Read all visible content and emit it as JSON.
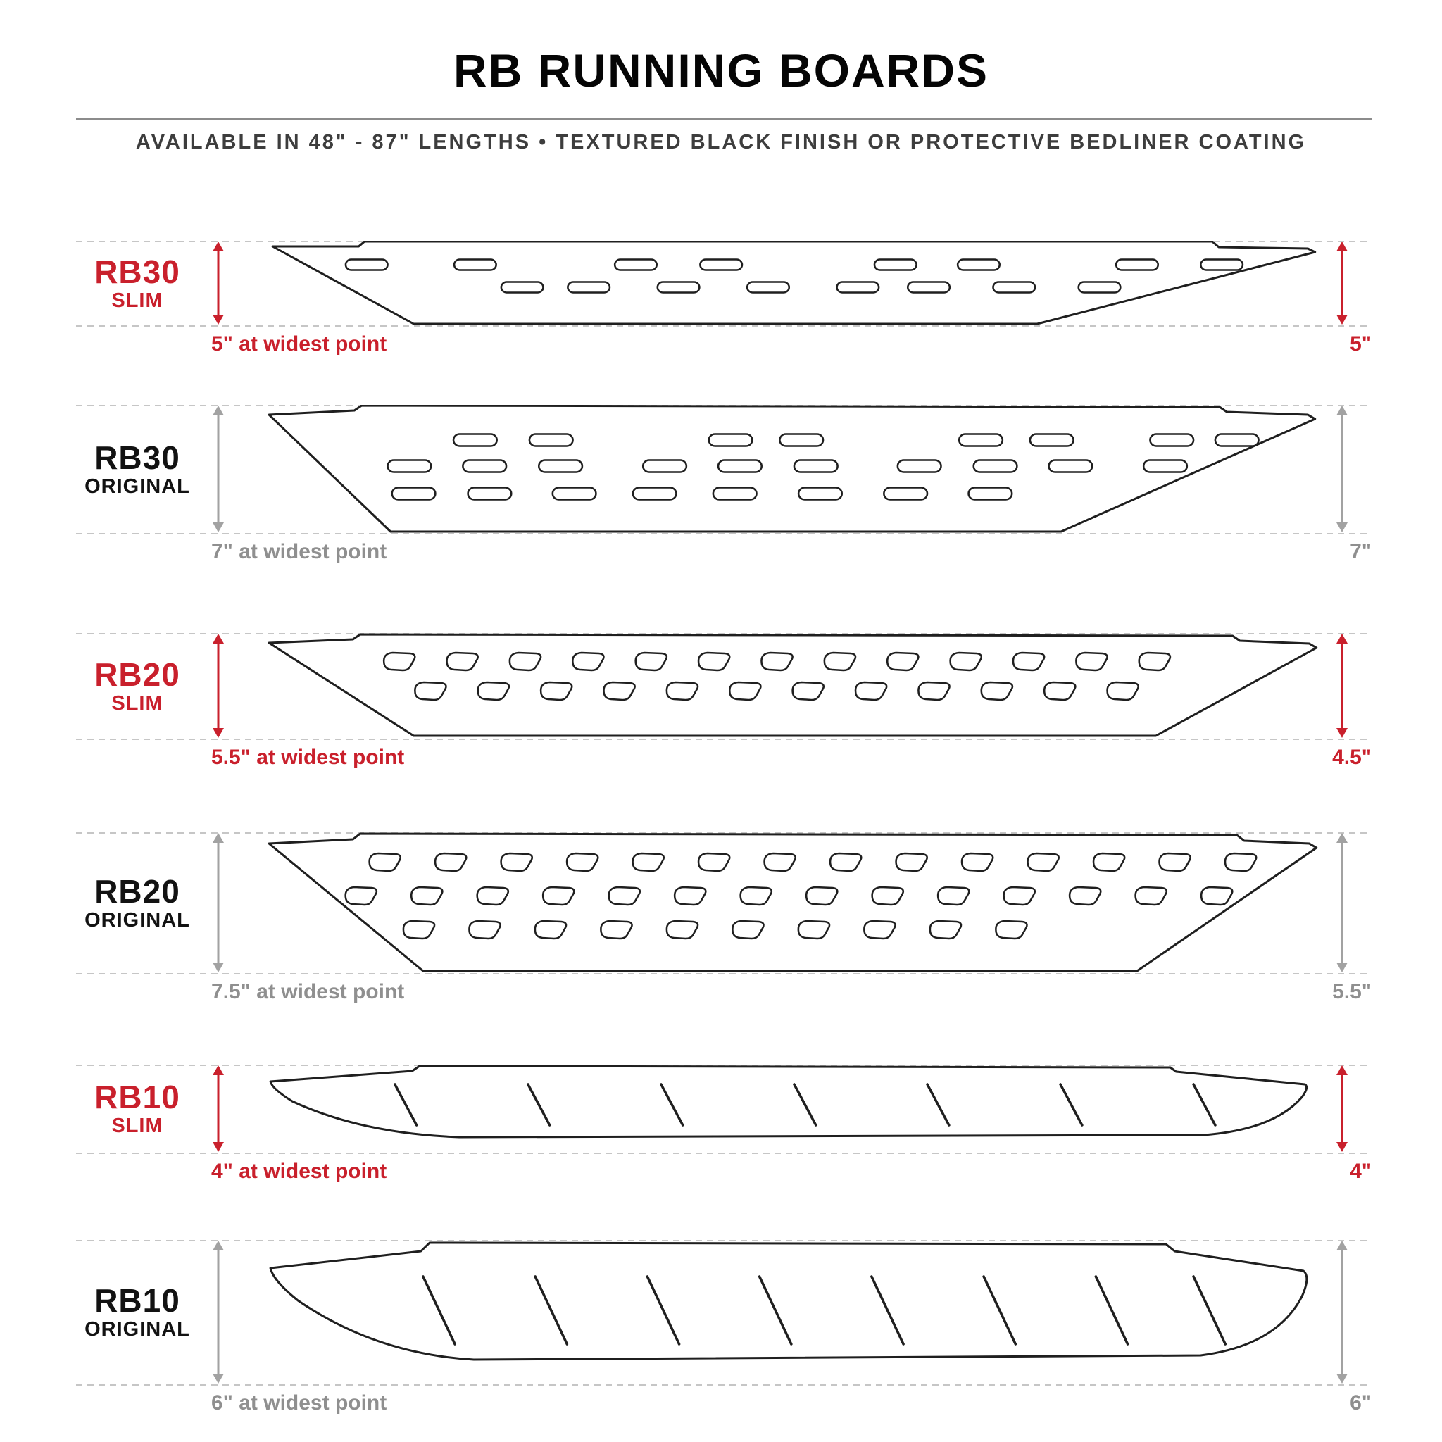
{
  "header": {
    "title": "RB RUNNING BOARDS",
    "subtitle": "AVAILABLE IN 48\" - 87\" LENGTHS  •  TEXTURED BLACK FINISH OR PROTECTIVE BEDLINER COATING"
  },
  "boards": [
    {
      "model": "RB30",
      "variant": "SLIM",
      "width_note": "5\" at widest point",
      "height": "5\""
    },
    {
      "model": "RB30",
      "variant": "ORIGINAL",
      "width_note": "7\" at widest point",
      "height": "7\""
    },
    {
      "model": "RB20",
      "variant": "SLIM",
      "width_note": "5.5\" at widest point",
      "height": "4.5\""
    },
    {
      "model": "RB20",
      "variant": "ORIGINAL",
      "width_note": "7.5\" at widest point",
      "height": "5.5\""
    },
    {
      "model": "RB10",
      "variant": "SLIM",
      "width_note": "4\" at widest point",
      "height": "4\""
    },
    {
      "model": "RB10",
      "variant": "ORIGINAL",
      "width_note": "6\" at widest point",
      "height": "6\""
    }
  ],
  "colors": {
    "slim_accent": "#c9202c",
    "original_gray": "#8f8f8f",
    "drawing_line": "#1f1f1f"
  }
}
